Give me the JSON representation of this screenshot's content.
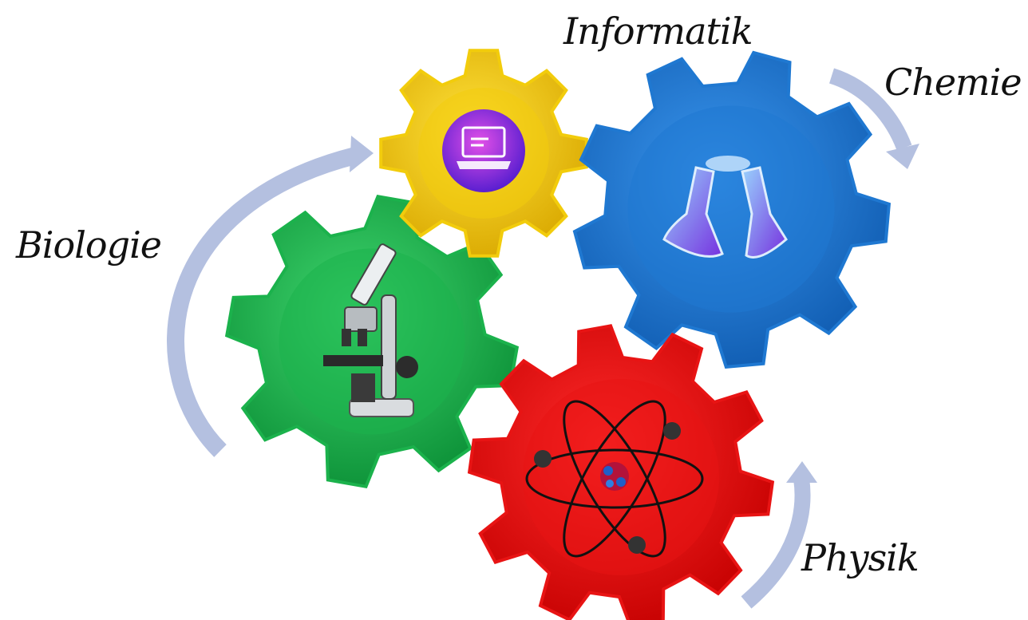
{
  "labels": {
    "informatik": "Informatik",
    "chemie": "Chemie",
    "biologie": "Biologie",
    "physik": "Physik"
  },
  "gears": [
    {
      "id": "biologie",
      "color": "#1bb24c",
      "icon": "microscope-icon"
    },
    {
      "id": "informatik",
      "color": "#f2cc0c",
      "icon": "laptop-icon"
    },
    {
      "id": "chemie",
      "color": "#1f78d1",
      "icon": "flasks-icon"
    },
    {
      "id": "physik",
      "color": "#e81414",
      "icon": "atom-icon"
    }
  ],
  "arrow_color": "#b4c0e0"
}
